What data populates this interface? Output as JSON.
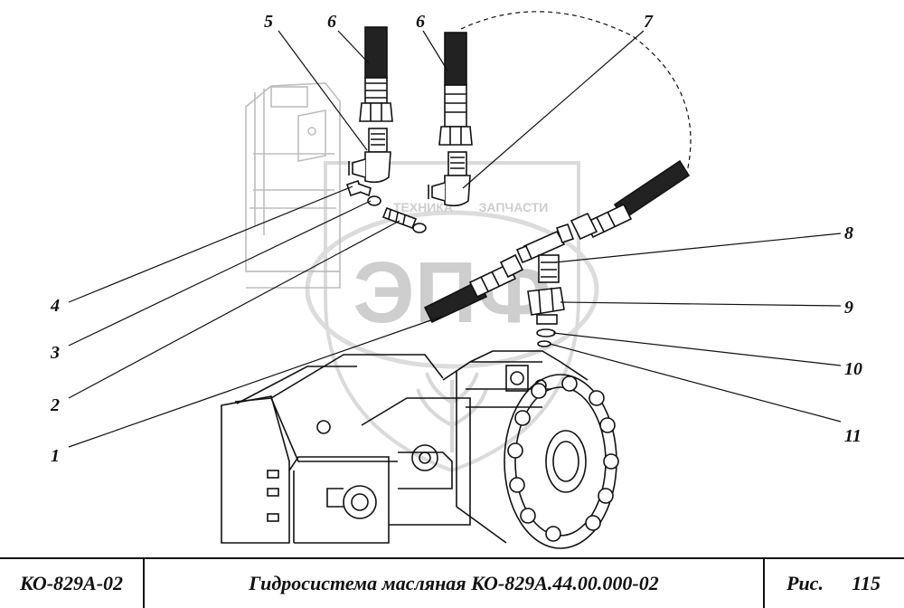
{
  "watermark": {
    "logo_text": "ЭПФ",
    "left_word": "ТЕХНИКА",
    "right_word": "ЗАПЧАСТИ"
  },
  "callouts": [
    "5",
    "6",
    "6",
    "7",
    "8",
    "9",
    "10",
    "11",
    "4",
    "3",
    "2",
    "1"
  ],
  "title_block": {
    "code": "КО-829А-02",
    "title": "Гидросистема масляная КО-829А.44.00.000-02",
    "fig_label": "Рис.",
    "fig_number": "115"
  }
}
